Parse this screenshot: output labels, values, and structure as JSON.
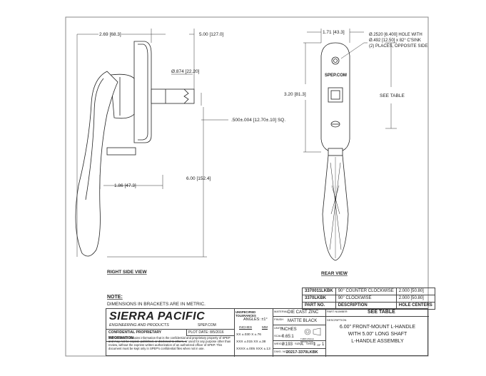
{
  "dims": {
    "left_width": "2.69 [68.3]",
    "shaft_len": "5.00 [127.0]",
    "dia_small": "Ø.874 [22.20]",
    "shaft_sq": ".500±.004 [12.70±.10] SQ.",
    "handle_reach": "1.86 [47.3]",
    "length": "6.00 [152.4]",
    "rear_width": "1.71 [43.3]",
    "rear_height": "3.20 [81.3]",
    "hole_note_1": "Ø.2520 [6.400] HOLE WITH",
    "hole_note_2": "Ø.492 [12.50] x 82° C'SINK",
    "hole_note_3": "(2) PLACES, OPPOSITE SIDE",
    "see_table": "SEE TABLE",
    "logo_text": "SPEP.COM"
  },
  "views": {
    "right_side": "RIGHT SIDE VIEW",
    "rear": "REAR VIEW"
  },
  "notes": {
    "title": "NOTE:",
    "text": "DIMENSIONS IN BRACKETS ARE IN METRIC."
  },
  "part_table": {
    "rows": [
      [
        "3370011LKBK",
        "90° COUNTER CLOCKWISE",
        "2.000 [50.80]"
      ],
      [
        "3370LKBK",
        "90° CLOCKWISE",
        "2.000 [50.80]"
      ]
    ],
    "headers": [
      "PART NO.",
      "DESCRIPTION",
      "HOLE CENTERS"
    ]
  },
  "title_block": {
    "company": "SIERRA PACIFIC",
    "company_sub": "ENGINEERING AND PRODUCTS",
    "website": "SPEP.COM",
    "confidential": "CONFIDENTIAL PROPRIETARY INFORMATION",
    "plot_date": "PLOT DATE: 8/5/2016",
    "legal": "This document contains information that is the confidential and proprietary property of SPEP and may not be copied, published, or disclosed to others, or used for any purpose other than review, without the express written authorization of an authorized officer of SPEP. This document must be kept only in SPEP's confidential files when not in use.",
    "tol_title": "UNSPECIFIED TOLERANCES",
    "angles": "ANGLES: ±1°",
    "inches": "INCHES",
    "mm": "MM",
    "tol_rows": [
      [
        "XX",
        "±.030",
        "X",
        "±.76"
      ],
      [
        "XXX",
        "±.015",
        "XX",
        "±.38"
      ],
      [
        "XXXX",
        "±.005",
        "XXX",
        "±.13"
      ]
    ],
    "material_label": "MATERIAL",
    "material": "DIE CAST ZINC",
    "finish_label": "FINISH",
    "finish": "MATTE BLACK",
    "units_label": "UNITS",
    "units": "INCHES",
    "scale_label": "SCALE",
    "scale": "0.65:1",
    "projection": "THIRD ANGLE PROJECTION",
    "weight_label": "WEIGHT",
    "weight": "2.193",
    "size_label": "SIZE",
    "size": "A",
    "sheet_label": "SHEET",
    "sheet": "1",
    "of": "OF",
    "sheets": "1",
    "dwg_label": "DWG. NO.",
    "dwg": "20217-3370LKBK",
    "part_number_label": "PART NUMBER",
    "part_number": "SEE TABLE",
    "description_label": "DESCRIPTION",
    "desc_1": "6.00\" FRONT-MOUNT L-HANDLE",
    "desc_2": "WITH 5.00\" LONG SHAFT",
    "desc_3": "L-HANDLE ASSEMBLY"
  }
}
